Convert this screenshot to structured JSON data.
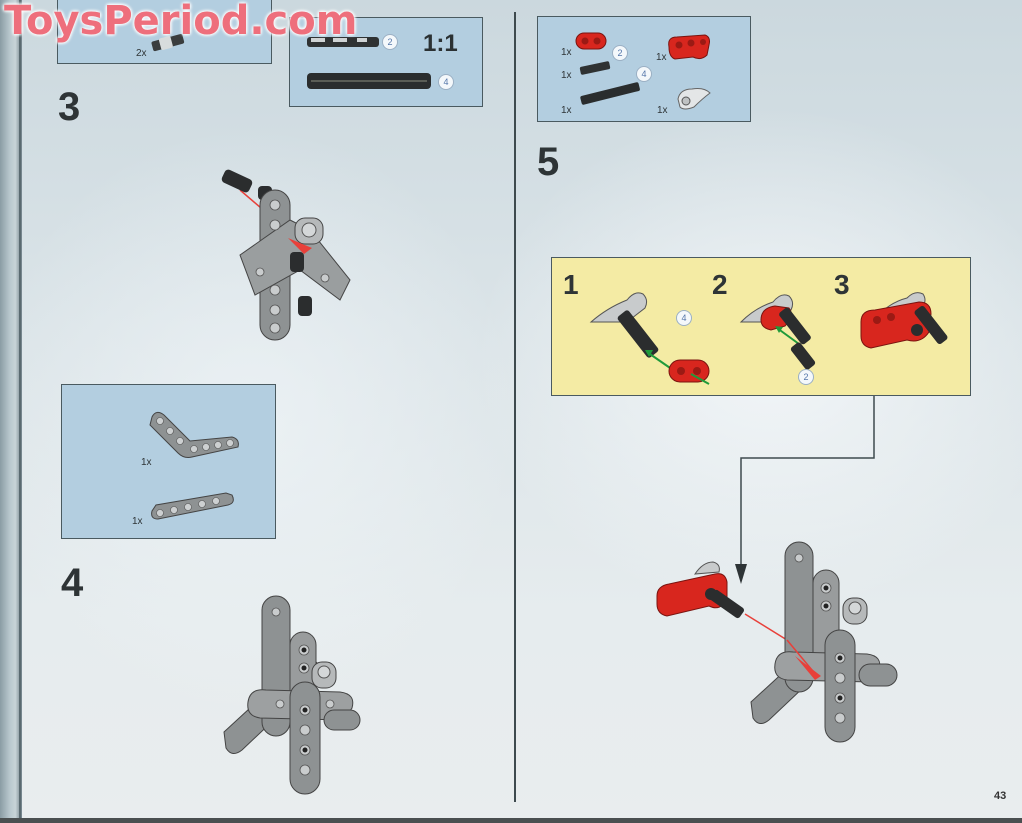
{
  "watermark": "ToysPeriod.com",
  "page_number": "43",
  "colors": {
    "panel_blue": "#b3cee0",
    "panel_yellow": "#f4eba4",
    "part_red": "#d8261e",
    "part_gray": "#8e9293",
    "arrow_green": "#1f9a3a",
    "guide_red": "#e8403a"
  },
  "left_page": {
    "top_partial_panel": {
      "qty": "2x",
      "part": "black-connector-peg"
    },
    "scale_panel": {
      "scale": "1:1",
      "items": [
        {
          "part": "axle-2",
          "length_badge": "2"
        },
        {
          "part": "axle-4",
          "length_badge": "4"
        }
      ]
    },
    "step3": {
      "number": "3"
    },
    "step4": {
      "number": "4",
      "parts_panel": {
        "items": [
          {
            "qty": "1x",
            "part": "bent-liftarm"
          },
          {
            "qty": "1x",
            "part": "straight-liftarm-5"
          }
        ]
      }
    }
  },
  "right_page": {
    "parts_panel": {
      "items": [
        {
          "qty": "1x",
          "part": "red-connector-2-hole"
        },
        {
          "qty": "1x",
          "part": "red-beam-3"
        },
        {
          "qty": "1x",
          "part": "axle-2",
          "length_badge": "2"
        },
        {
          "qty": "1x",
          "part": "axle-4",
          "length_badge": "4"
        },
        {
          "qty": "1x",
          "part": "gray-claw"
        }
      ]
    },
    "step5": {
      "number": "5",
      "sub_assembly": {
        "steps": [
          {
            "number": "1",
            "length_badge": "4"
          },
          {
            "number": "2",
            "length_badge": "2"
          },
          {
            "number": "3"
          }
        ]
      }
    }
  }
}
